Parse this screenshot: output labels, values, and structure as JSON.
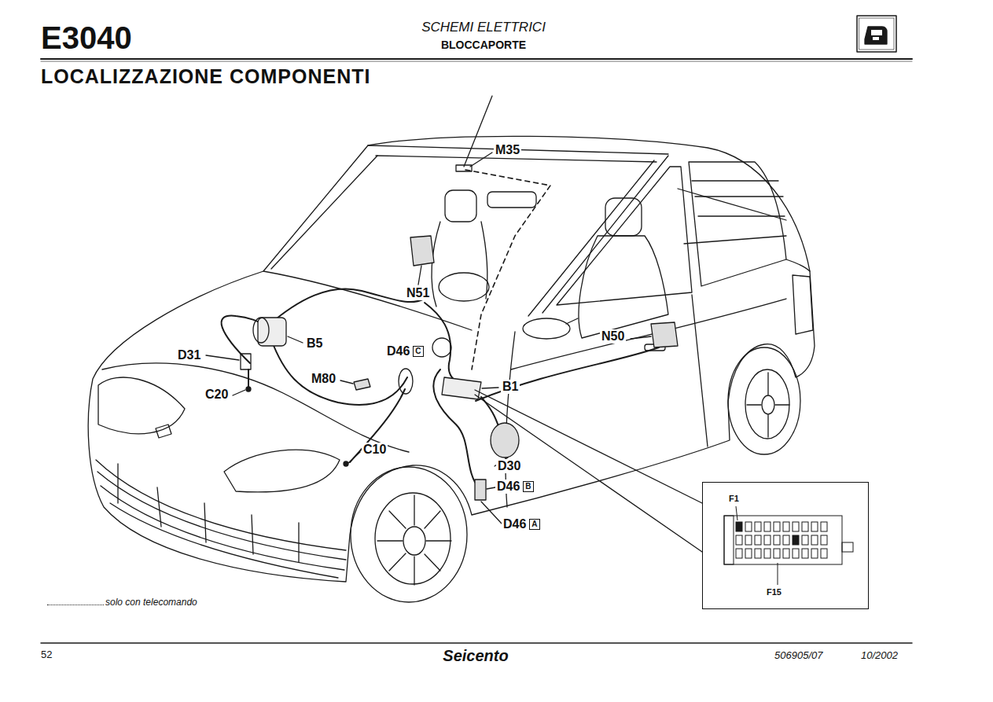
{
  "diagram": {
    "title": "LOCALIZZAZIONE COMPONENTI",
    "nodes": [
      {
        "text": [
          "D46",
          "C"
        ]
      },
      {
        "text": [
          "D46",
          "B"
        ]
      },
      {
        "text": [
          "D46",
          "A"
        ]
      },
      {
        "text": [
          "F1",
          "F15"
        ]
      }
    ],
    "labels": [
      "E3040",
      "SCHEMI ELETTRICI",
      "BLOCCAPORTE",
      "M35",
      "N51",
      "B5",
      "D31",
      "C20",
      "M80",
      "B1",
      "N50",
      "C10",
      "D30",
      "52",
      "Seicento",
      "506905/07",
      "10/2002"
    ],
    "legend": [
      {
        "text": "solo con telecomando"
      }
    ]
  }
}
